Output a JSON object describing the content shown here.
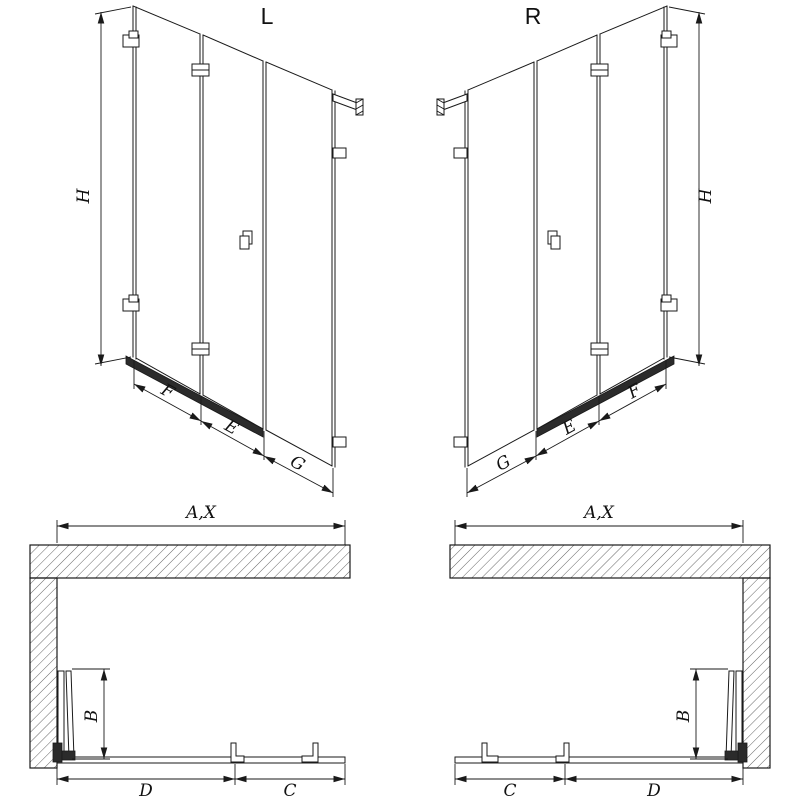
{
  "views": {
    "elevation_left": {
      "variant": "L",
      "height": "H",
      "widths": [
        "F",
        "E",
        "G"
      ]
    },
    "elevation_right": {
      "variant": "R",
      "height": "H",
      "widths": [
        "G",
        "E",
        "F"
      ]
    },
    "plan_left": {
      "overall": "A,X",
      "depth": "B",
      "bottom": [
        "D",
        "C"
      ]
    },
    "plan_right": {
      "overall": "A,X",
      "depth": "B",
      "bottom": [
        "C",
        "D"
      ]
    }
  },
  "colors": {
    "line": "#1a1a1a",
    "background": "#ffffff",
    "hatch": "#666666"
  }
}
